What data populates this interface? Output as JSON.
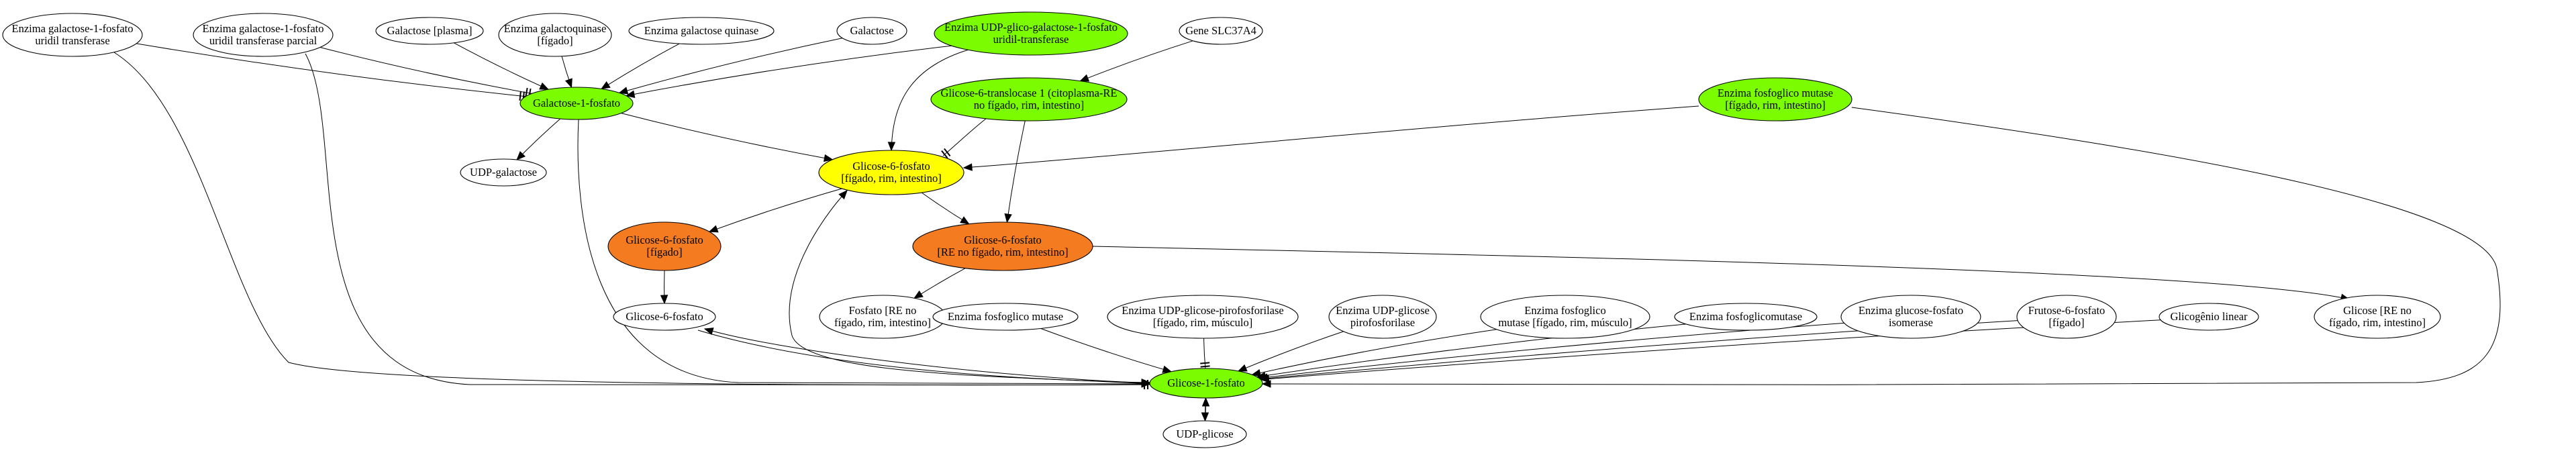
{
  "colors": {
    "green": "#7cfc00",
    "yellow": "#ffff00",
    "orange": "#f47b20",
    "white": "#ffffff"
  },
  "nodes": {
    "galt_uridil_1": {
      "lines": [
        "Enzima galactose-1-fosfato",
        "uridil transferase"
      ],
      "fill": "white"
    },
    "galt_uridil_parcial": {
      "lines": [
        "Enzima galactose-1-fosfato",
        "uridil transferase parcial"
      ],
      "fill": "white"
    },
    "galactose_plasma": {
      "lines": [
        "Galactose [plasma]"
      ],
      "fill": "white"
    },
    "galactoquinase_figado": {
      "lines": [
        "Enzima galactoquinase",
        "[fígado]"
      ],
      "fill": "white"
    },
    "galactose_quinase": {
      "lines": [
        "Enzima galactose quinase"
      ],
      "fill": "white"
    },
    "galactose": {
      "lines": [
        "Galactose"
      ],
      "fill": "white"
    },
    "udp_glico_galactose": {
      "lines": [
        "Enzima UDP-glico-galactose-1-fosfato",
        "uridil-transferase"
      ],
      "fill": "green"
    },
    "gene_slc37a4": {
      "lines": [
        "Gene SLC37A4"
      ],
      "fill": "white"
    },
    "galactose_1_fosfato": {
      "lines": [
        "Galactose-1-fosfato"
      ],
      "fill": "green"
    },
    "g6p_translocase": {
      "lines": [
        "Glicose-6-translocase 1 (citoplasma-RE",
        "no fígado, rim, intestino]"
      ],
      "fill": "green"
    },
    "fosfoglico_mutase_figado": {
      "lines": [
        "Enzima fosfoglico mutase",
        "[fígado, rim, intestino]"
      ],
      "fill": "green"
    },
    "udp_galactose": {
      "lines": [
        "UDP-galactose"
      ],
      "fill": "white"
    },
    "g6p_main": {
      "lines": [
        "Glicose-6-fosfato",
        "[fígado, rim, intestino]"
      ],
      "fill": "yellow"
    },
    "g6p_figado": {
      "lines": [
        "Glicose-6-fosfato",
        "[fígado]"
      ],
      "fill": "orange"
    },
    "g6p_re": {
      "lines": [
        "Glicose-6-fosfato",
        "[RE no fígado, rim, intestino]"
      ],
      "fill": "orange"
    },
    "g6p_plain": {
      "lines": [
        "Glicose-6-fosfato"
      ],
      "fill": "white"
    },
    "fosfato_re": {
      "lines": [
        "Fosfato [RE no",
        "fígado, rim, intestino]"
      ],
      "fill": "white"
    },
    "fosfoglico_mutase": {
      "lines": [
        "Enzima fosfoglico mutase"
      ],
      "fill": "white"
    },
    "udp_glicose_pirofosforilase_long": {
      "lines": [
        "Enzima UDP-glicose-pirofosforilase",
        "[fígado, rim, músculo]"
      ],
      "fill": "white"
    },
    "udp_glicose_pirofosforilase": {
      "lines": [
        "Enzima UDP-glicose",
        "pirofosforilase"
      ],
      "fill": "white"
    },
    "fosfoglico_mutase_musculo": {
      "lines": [
        "Enzima fosfoglico",
        "mutase [fígado, rim, músculo]"
      ],
      "fill": "white"
    },
    "fosfoglicomutase": {
      "lines": [
        "Enzima fosfoglicomutase"
      ],
      "fill": "white"
    },
    "glucose_fosfato_isomerase": {
      "lines": [
        "Enzima glucose-fosfato",
        "isomerase"
      ],
      "fill": "white"
    },
    "frutose_6_fosfato": {
      "lines": [
        "Frutose-6-fosfato",
        "[fígado]"
      ],
      "fill": "white"
    },
    "glicogenio_linear": {
      "lines": [
        "Glicogênio linear"
      ],
      "fill": "white"
    },
    "glicose_re": {
      "lines": [
        "Glicose [RE no",
        "fígado, rim, intestino]"
      ],
      "fill": "white"
    },
    "g1p": {
      "lines": [
        "Glicose-1-fosfato"
      ],
      "fill": "green"
    },
    "udp_glicose": {
      "lines": [
        "UDP-glicose"
      ],
      "fill": "white"
    }
  },
  "edges": [
    {
      "from": "galt_uridil_1",
      "to": "galactose_1_fosfato",
      "head": "tee"
    },
    {
      "from": "galt_uridil_parcial",
      "to": "galactose_1_fosfato",
      "head": "tee"
    },
    {
      "from": "galactose_plasma",
      "to": "galactose_1_fosfato",
      "head": "arrow"
    },
    {
      "from": "galactoquinase_figado",
      "to": "galactose_1_fosfato",
      "head": "arrow"
    },
    {
      "from": "galactose_quinase",
      "to": "galactose_1_fosfato",
      "head": "arrow"
    },
    {
      "from": "galactose",
      "to": "galactose_1_fosfato",
      "head": "arrow"
    },
    {
      "from": "udp_glico_galactose",
      "to": "galactose_1_fosfato",
      "head": "arrow"
    },
    {
      "from": "udp_glico_galactose",
      "to": "g6p_main",
      "head": "arrow"
    },
    {
      "from": "gene_slc37a4",
      "to": "g6p_translocase",
      "head": "arrow"
    },
    {
      "from": "galactose_1_fosfato",
      "to": "udp_galactose",
      "head": "arrow"
    },
    {
      "from": "galactose_1_fosfato",
      "to": "g6p_main",
      "head": "arrow"
    },
    {
      "from": "galactose_1_fosfato",
      "to": "g1p",
      "head": "arrow"
    },
    {
      "from": "g6p_translocase",
      "to": "g6p_main",
      "head": "tee"
    },
    {
      "from": "g6p_translocase",
      "to": "g6p_re",
      "head": "arrow"
    },
    {
      "from": "fosfoglico_mutase_figado",
      "to": "g6p_main",
      "head": "arrow"
    },
    {
      "from": "fosfoglico_mutase_figado",
      "to": "g1p",
      "head": "arrow"
    },
    {
      "from": "g6p_main",
      "to": "g6p_figado",
      "head": "arrow"
    },
    {
      "from": "g6p_main",
      "to": "g6p_re",
      "head": "arrow"
    },
    {
      "from": "g6p_figado",
      "to": "g6p_plain",
      "head": "arrow"
    },
    {
      "from": "g6p_re",
      "to": "fosfato_re",
      "head": "arrow"
    },
    {
      "from": "g6p_re",
      "to": "glicose_re",
      "head": "arrow"
    },
    {
      "from": "g6p_plain",
      "to": "g1p",
      "head": "arrow"
    },
    {
      "from": "g1p",
      "to": "g6p_plain",
      "head": "arrow"
    },
    {
      "from": "g1p",
      "to": "g6p_main",
      "head": "arrow"
    },
    {
      "from": "galt_uridil_1",
      "to": "g1p",
      "head": "tee"
    },
    {
      "from": "galt_uridil_parcial",
      "to": "g1p",
      "head": "tee"
    },
    {
      "from": "fosfoglico_mutase",
      "to": "g1p",
      "head": "arrow"
    },
    {
      "from": "udp_glicose_pirofosforilase_long",
      "to": "g1p",
      "head": "tee"
    },
    {
      "from": "udp_glicose_pirofosforilase",
      "to": "g1p",
      "head": "arrow"
    },
    {
      "from": "fosfoglico_mutase_musculo",
      "to": "g1p",
      "head": "arrow"
    },
    {
      "from": "fosfoglicomutase",
      "to": "g1p",
      "head": "arrow"
    },
    {
      "from": "glucose_fosfato_isomerase",
      "to": "g1p",
      "head": "arrow"
    },
    {
      "from": "frutose_6_fosfato",
      "to": "g1p",
      "head": "arrow"
    },
    {
      "from": "glicogenio_linear",
      "to": "g1p",
      "head": "arrow"
    },
    {
      "from": "g1p",
      "to": "udp_glicose",
      "head": "arrow"
    },
    {
      "from": "udp_glicose",
      "to": "g1p",
      "head": "arrow"
    }
  ]
}
